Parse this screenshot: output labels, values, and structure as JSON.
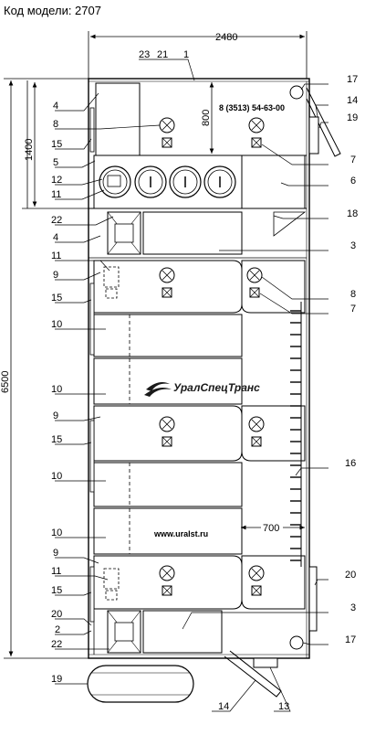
{
  "header": {
    "model_label": "Код модели: 2707"
  },
  "dimensions": {
    "overall_width": "2480",
    "overall_length": "6500",
    "front_section": "1400",
    "cabinet_depth": "800",
    "aisle_width": "700"
  },
  "texts": {
    "phone": "8 (3513) 54-63-00",
    "brand": "УралСпецТранс",
    "website": "www.uralst.ru"
  },
  "callouts": {
    "left": [
      "4",
      "8",
      "15",
      "5",
      "12",
      "11",
      "22",
      "4",
      "11",
      "9",
      "15",
      "10",
      "10",
      "9",
      "15",
      "10",
      "10",
      "9",
      "11",
      "15",
      "20",
      "2",
      "22",
      "19"
    ],
    "right": [
      "17",
      "14",
      "19",
      "7",
      "6",
      "18",
      "3",
      "8",
      "7",
      "16",
      "20",
      "3",
      "17",
      "13",
      "14"
    ],
    "top": [
      "23",
      "21",
      "1"
    ]
  },
  "colors": {
    "line": "#000000",
    "background": "#ffffff",
    "hatch": "#555555"
  }
}
